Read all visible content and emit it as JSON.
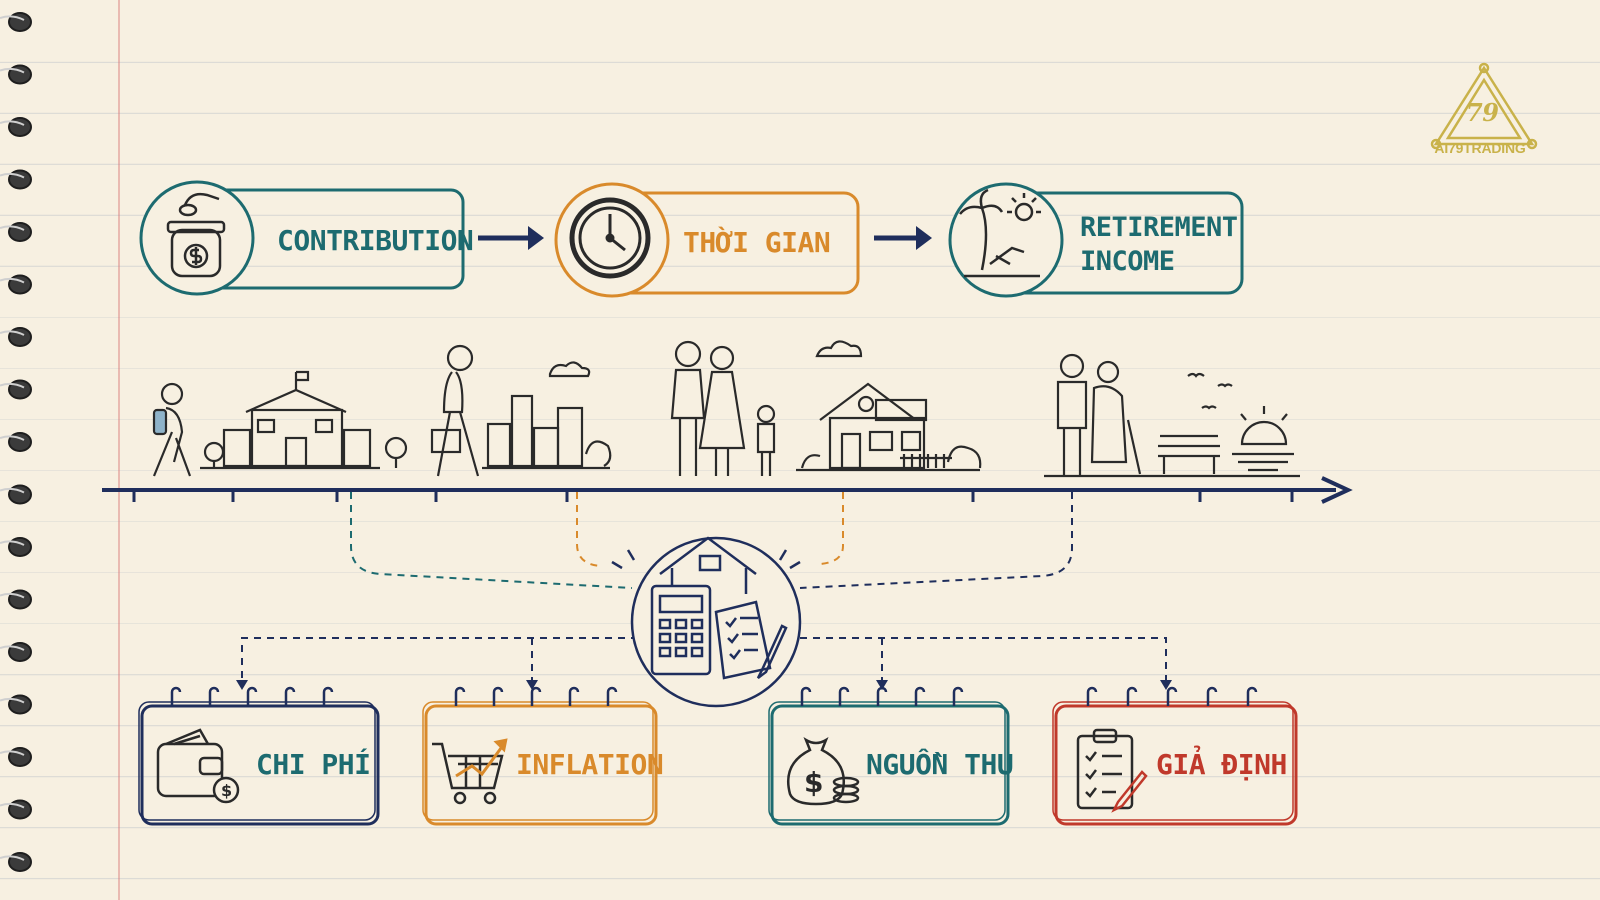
{
  "top_flow": {
    "contribution": "CONTRIBUTION",
    "time": "THỜI GIAN",
    "retirement_line1": "RETIREMENT",
    "retirement_line2": "INCOME"
  },
  "factors": {
    "expenses": "CHI PHÍ",
    "inflation": "INFLATION",
    "income_sources": "NGUỒN THU",
    "assumptions": "GIẢ ĐỊNH"
  },
  "brand": {
    "name": "AI79TRADING",
    "logo_number": "79"
  },
  "colors": {
    "teal": "#1d6b70",
    "orange": "#d98a2b",
    "navy": "#1f2e5c",
    "red": "#c0392b",
    "ink": "#2a2a2a",
    "gold": "#c9b24a"
  },
  "icons": [
    "coin-jar-icon",
    "clock-icon",
    "beach-icon",
    "wallet-icon",
    "cart-chart-icon",
    "money-bag-icon",
    "clipboard-icon",
    "calculator-house-icon"
  ]
}
